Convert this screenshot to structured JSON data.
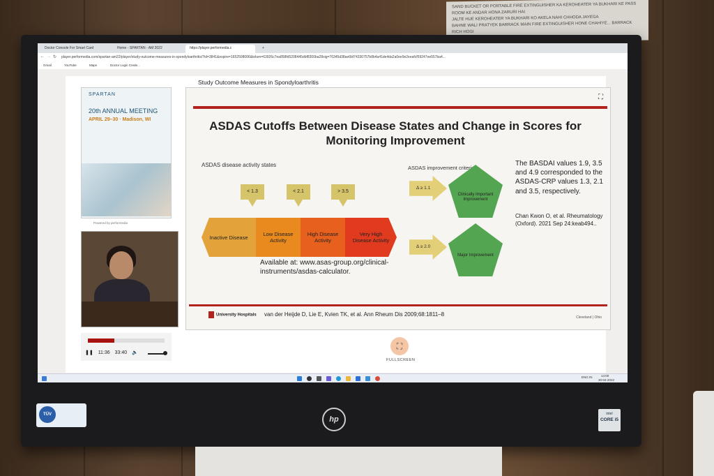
{
  "notice": {
    "lines": [
      "SAND BUCKET OR PORTABLE FIRE EXTINGUISHER KA KEROHEATER YA BUKHARI KE PASS ROOM KE ANDAR HONA ZARURI HAI",
      "JALTE HUE KEROHEATER YA BUKHARI KO AKELA NAHI CHHODA JAYEGA",
      "BAHNE WALI PRATYEK BARRACK MAIN FIRE EXTINGUISHER HONE CHAHIYE... BARRACK RICH HOGI"
    ]
  },
  "browser": {
    "tabs": [
      {
        "label": "Doctor Console For Smart Card"
      },
      {
        "label": "Home - SPARTAN - AM 2022"
      },
      {
        "label": "https://player.performedia.c"
      }
    ],
    "new_tab": "+",
    "url": "player.performedia.com/spartan-am22/player/study-outcome-measures-in-spondyloarthritis/?id=3841&expire=1652508006&token=63926c7ea858fd5208445dbf8300ba28sig=76345d38ae6bf74330757b8b4a41de4da2a0ee9e2eeafcf59247ee557ba4...",
    "bookmarks": [
      "Gmail",
      "YouTube",
      "Maps",
      "Doctor Login Crede..."
    ]
  },
  "sidebar": {
    "conf_brand": "SPARTAN",
    "conf_meeting": "20th ANNUAL MEETING",
    "conf_date": "APRIL 29–30 · Madison, WI",
    "powered_by": "Powered by performedia"
  },
  "player": {
    "current_time": "11:36",
    "duration": "33:40",
    "progress": 0.344,
    "play_icon": "❚❚",
    "volume_icon": "🔈",
    "fullscreen_label": "FULLSCREEN"
  },
  "slide": {
    "heading": "Study Outcome Measures in Spondyloarthritis",
    "title": "ASDAS Cutoffs Between Disease States and Change in Scores for Monitoring Improvement",
    "states_label": "ASDAS disease activity states",
    "improvement_label": "ASDAS improvement criteria",
    "cutoffs": [
      "< 1.3",
      "< 2.1",
      "> 3.5"
    ],
    "states": [
      "Inactive Disease",
      "Low Disease Activity",
      "High Disease Activity",
      "Very High Disease Activity"
    ],
    "state_colors": [
      "#e3a33a",
      "#e88a1d",
      "#e8601d",
      "#e03a1f"
    ],
    "improve_criteria": [
      "Δ ≥ 1.1",
      "Δ ≥ 2.0"
    ],
    "improve_outcomes": [
      "Clinically Important Improvement",
      "Major Improvement"
    ],
    "available": "Available at: www.asas-group.org/clinical-instruments/asdas-calculator.",
    "basdai": "The BASDAI values 1.9, 3.5 and 4.9 corresponded to the ASDAS-CRP values 1.3, 2.1 and 3.5, respectively.",
    "citation": "Chan Kwon O, et al. Rheumatology (Oxford). 2021 Sep 24:keab494..",
    "logo_text": "University Hospitals",
    "reference": "van der Heijde D, Lie E, Kvien TK, et al. Ann Rheum Dis 2009;68:1811–8",
    "location": "Cleveland | Ohio"
  },
  "taskbar": {
    "lang": "ENG IN",
    "time": "14:00",
    "date": "30-04-2022"
  },
  "hardware": {
    "brand": "hp",
    "tuv": "TÜV",
    "intel_brand": "intel",
    "intel_chip": "CORE i5"
  }
}
